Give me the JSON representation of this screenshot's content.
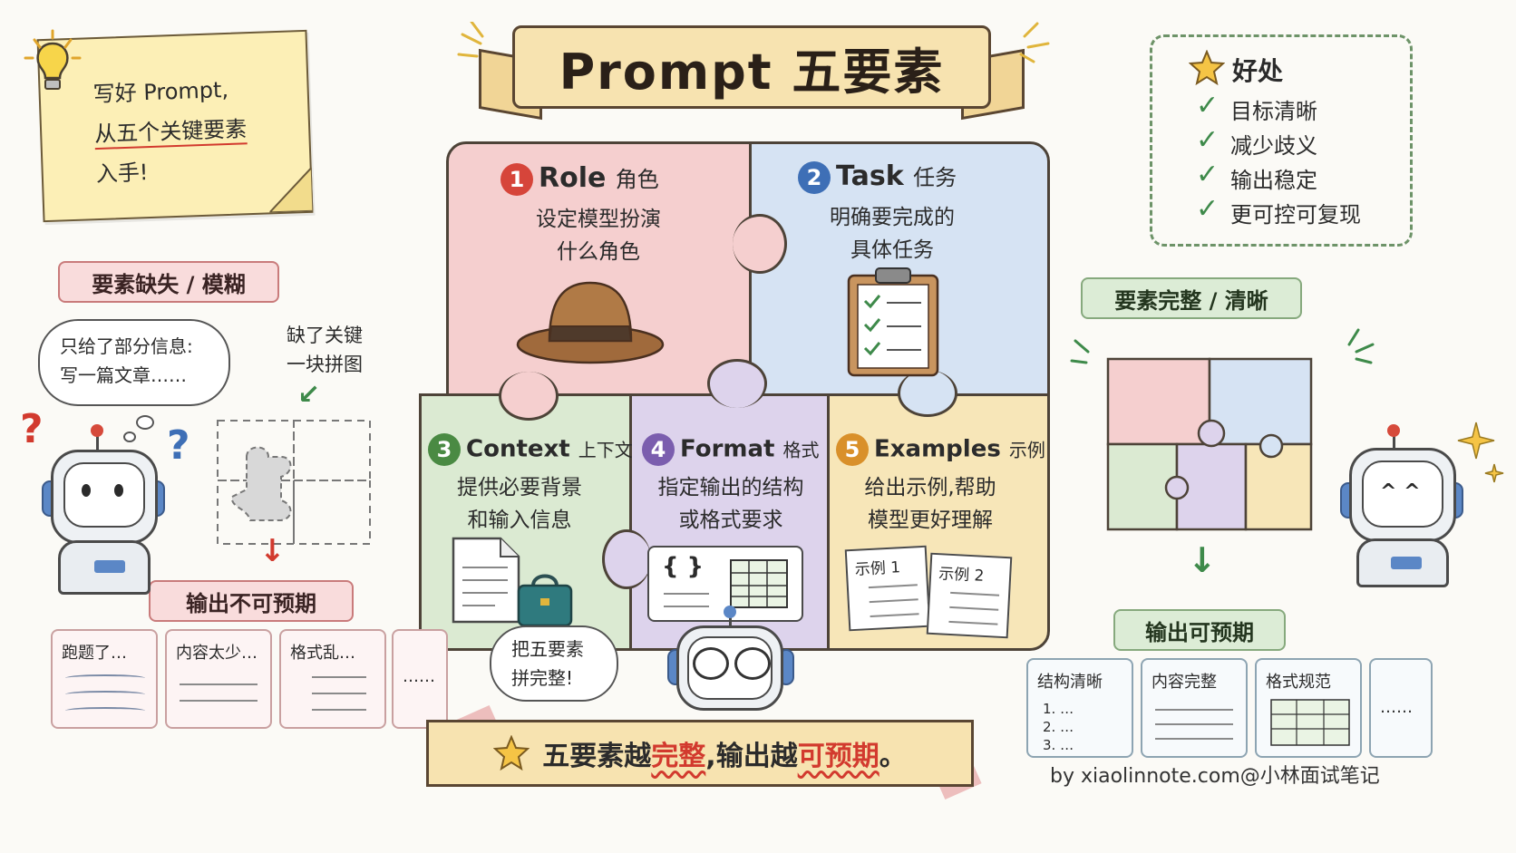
{
  "title": "Prompt 五要素",
  "sticky": {
    "line1": "写好 Prompt,",
    "line2": "从五个关键要素",
    "line3": "入手!"
  },
  "benefits": {
    "title": "好处",
    "items": [
      "目标清晰",
      "减少歧义",
      "输出稳定",
      "更可控可复现"
    ]
  },
  "left": {
    "tag": "要素缺失 / 模糊",
    "bubble_line1": "只给了部分信息:",
    "bubble_line2": "写一篇文章……",
    "missing_line1": "缺了关键",
    "missing_line2": "一块拼图",
    "result": "输出不可预期",
    "cards": [
      "跑题了…",
      "内容太少…",
      "格式乱…",
      "……"
    ]
  },
  "right": {
    "tag": "要素完整 / 清晰",
    "result": "输出可预期",
    "cards": [
      "结构清晰",
      "内容完整",
      "格式规范",
      "……"
    ],
    "list": [
      "1. …",
      "2. …",
      "3. …"
    ]
  },
  "pieces": [
    {
      "num": "1",
      "en": "Role",
      "cn": "角色",
      "desc1": "设定模型扮演",
      "desc2": "什么角色",
      "color": "#d6453a"
    },
    {
      "num": "2",
      "en": "Task",
      "cn": "任务",
      "desc1": "明确要完成的",
      "desc2": "具体任务",
      "color": "#3e6fb6"
    },
    {
      "num": "3",
      "en": "Context",
      "cn": "上下文",
      "desc1": "提供必要背景",
      "desc2": "和输入信息",
      "color": "#4a8a43"
    },
    {
      "num": "4",
      "en": "Format",
      "cn": "格式",
      "desc1": "指定输出的结构",
      "desc2": "或格式要求",
      "color": "#7b5eae"
    },
    {
      "num": "5",
      "en": "Examples",
      "cn": "示例",
      "desc1": "给出示例,帮助",
      "desc2": "模型更好理解",
      "color": "#d9902a"
    }
  ],
  "format_icon": "{ }",
  "examples": [
    "示例 1",
    "示例 2"
  ],
  "center_bubble": {
    "line1": "把五要素",
    "line2": "拼完整!"
  },
  "banner": {
    "pre": "五要素越",
    "hl1": "完整",
    "mid": ",输出越",
    "hl2": "可预期",
    "post": "。"
  },
  "credit": "by xiaolinnote.com@小林面试笔记",
  "icons": {
    "bulb": "lightbulb-icon",
    "star": "star-icon",
    "check": "check-icon",
    "hat": "hat-icon",
    "clipboard": "clipboard-icon",
    "document": "document-icon",
    "bag": "briefcase-icon",
    "table": "table-icon"
  }
}
